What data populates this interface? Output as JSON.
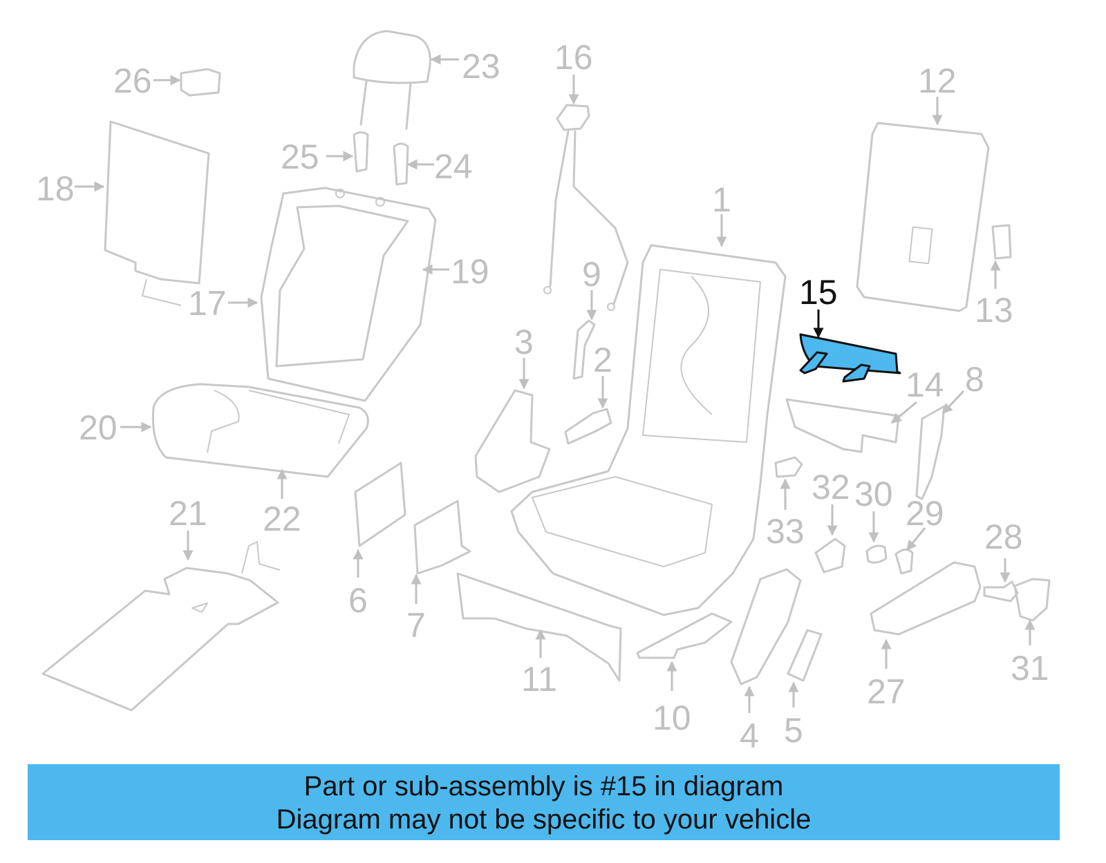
{
  "diagram": {
    "highlighted_part": "15",
    "callouts": [
      "1",
      "2",
      "3",
      "4",
      "5",
      "6",
      "7",
      "8",
      "9",
      "10",
      "11",
      "12",
      "13",
      "14",
      "15",
      "16",
      "17",
      "18",
      "19",
      "20",
      "21",
      "22",
      "23",
      "24",
      "25",
      "26",
      "27",
      "28",
      "29",
      "30",
      "31",
      "32",
      "33"
    ]
  },
  "banner": {
    "line1": "Part or sub-assembly is #15 in diagram",
    "line2": "Diagram may not be specific to your vehicle",
    "color": "#4db8ee"
  }
}
